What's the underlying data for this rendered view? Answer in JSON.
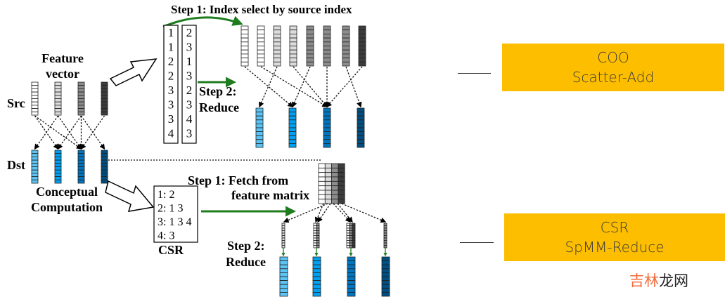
{
  "coo_pipeline": {
    "step1_label": "Step 1: Index select by source index",
    "step2_label_line1": "Step 2:",
    "step2_label_line2": "Reduce",
    "src_index": [
      "1",
      "1",
      "2",
      "2",
      "3",
      "3",
      "3",
      "4"
    ],
    "dst_index": [
      "2",
      "3",
      "1",
      "3",
      "2",
      "3",
      "4",
      "3"
    ]
  },
  "conceptual": {
    "feature_line1": "Feature",
    "feature_line2": "vector",
    "src_label": "Src",
    "dst_label": "Dst",
    "caption_line1": "Conceptual",
    "caption_line2": "Computation"
  },
  "csr_pipeline": {
    "rows": [
      "1: 2",
      "2: 1 3",
      "3: 1 3 4",
      "4: 3"
    ],
    "csr_label": "CSR",
    "step1_line1": "Step 1: Fetch from",
    "step1_line2": "feature matrix",
    "step2_line1": "Step 2:",
    "step2_line2": "Reduce"
  },
  "callouts": {
    "coo": {
      "line1": "COO",
      "line2": "Scatter-Add"
    },
    "csr": {
      "line1": "CSR",
      "line2": "SpMM-Reduce"
    }
  },
  "watermark": {
    "part1": "吉林",
    "part2": "龙网"
  },
  "colors": {
    "callout_bg": "#FDBE00",
    "green_arrow": "#1E7B1E",
    "watermark_orange": "#F26B3A",
    "src_shades": [
      "#ffffff",
      "#dcdcdc",
      "#8c8c8c",
      "#3c3c3c"
    ],
    "dst_shades": [
      "#5cc4f5",
      "#00a0f0",
      "#0075bf",
      "#004e80"
    ]
  }
}
